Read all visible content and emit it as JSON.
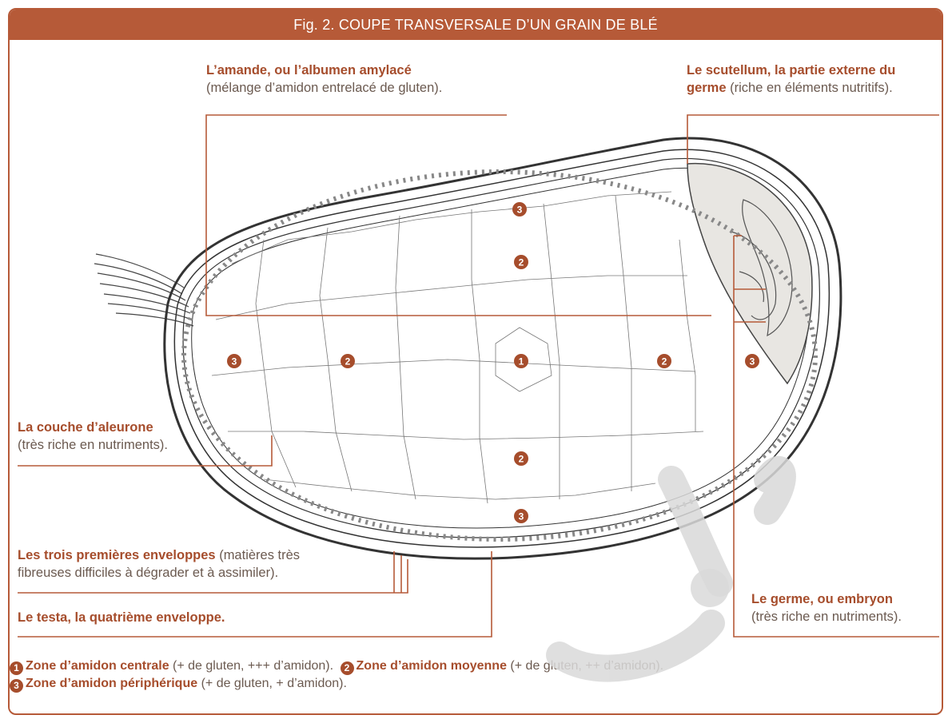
{
  "title": "Fig. 2. COUPE TRANSVERSALE D’UN GRAIN DE BLÉ",
  "labels": {
    "amande": {
      "strong": "L’amande, ou l’albumen amylacé",
      "text": "(mélange d’amidon entrelacé de gluten)."
    },
    "scutellum": {
      "strong1": "Le scutellum, la partie externe du",
      "strong2": "germe",
      "text": " (riche en éléments nutritifs)."
    },
    "aleurone": {
      "strong": "La couche d’aleurone",
      "text": "(très riche en nutriments)."
    },
    "enveloppes": {
      "strong": "Les trois premières enveloppes",
      "text1": " (matières très",
      "text2": "fibreuses difficiles à dégrader et à assimiler)."
    },
    "testa": {
      "strong": "Le testa, la quatrième enveloppe."
    },
    "germe": {
      "strong": "Le germe, ou embryon",
      "text": "(très riche en nutriments)."
    }
  },
  "zone_markers": [
    "1",
    "2",
    "3"
  ],
  "legend": [
    {
      "num": "1",
      "strong": "Zone d’amidon centrale",
      "text": " (+ de gluten, +++ d’amidon)."
    },
    {
      "num": "2",
      "strong": "Zone d’amidon moyenne",
      "text": " (+ de gluten, ++ d’amidon)."
    },
    {
      "num": "3",
      "strong": "Zone d’amidon périphérique",
      "text": " (+ de gluten, + d’amidon)."
    }
  ],
  "colors": {
    "accent": "#b65a38",
    "accent_text": "#a64d2c",
    "body_text": "#6b5a50",
    "watermark": "#d9d9d9"
  }
}
